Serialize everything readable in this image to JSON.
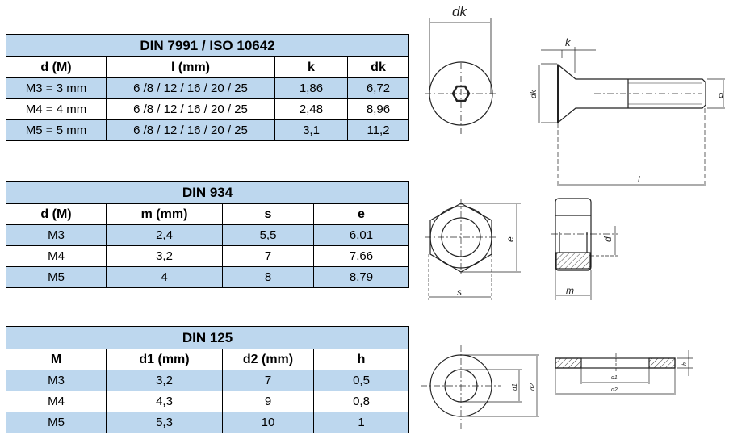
{
  "tables": [
    {
      "title": "DIN 7991 / ISO 10642",
      "headers": [
        "d (M)",
        "l (mm)",
        "k",
        "dk"
      ],
      "rows": [
        [
          "M3 = 3 mm",
          "6 /8 / 12 / 16 / 20 / 25",
          "1,86",
          "6,72"
        ],
        [
          "M4 = 4 mm",
          "6 /8 / 12 / 16 / 20 / 25",
          "2,48",
          "8,96"
        ],
        [
          "M5 = 5 mm",
          "6 /8 / 12 / 16 / 20 / 25",
          "3,1",
          "11,2"
        ]
      ]
    },
    {
      "title": "DIN 934",
      "headers": [
        "d (M)",
        "m (mm)",
        "s",
        "e"
      ],
      "rows": [
        [
          "M3",
          "2,4",
          "5,5",
          "6,01"
        ],
        [
          "M4",
          "3,2",
          "7",
          "7,66"
        ],
        [
          "M5",
          "4",
          "8",
          "8,79"
        ]
      ]
    },
    {
      "title": "DIN 125",
      "headers": [
        "M",
        "d1 (mm)",
        "d2 (mm)",
        "h"
      ],
      "rows": [
        [
          "M3",
          "3,2",
          "7",
          "0,5"
        ],
        [
          "M4",
          "4,3",
          "9",
          "0,8"
        ],
        [
          "M5",
          "5,3",
          "10",
          "1"
        ]
      ]
    }
  ],
  "drawing_labels": {
    "dk": "dk",
    "k": "k",
    "dk_side": "dk",
    "d_bolt": "d",
    "l": "l",
    "e": "e",
    "s": "s",
    "d_nut": "d",
    "m": "m",
    "d1": "d1",
    "d2": "d2",
    "d1_side": "d1",
    "d2_side": "d2",
    "h": "h"
  }
}
